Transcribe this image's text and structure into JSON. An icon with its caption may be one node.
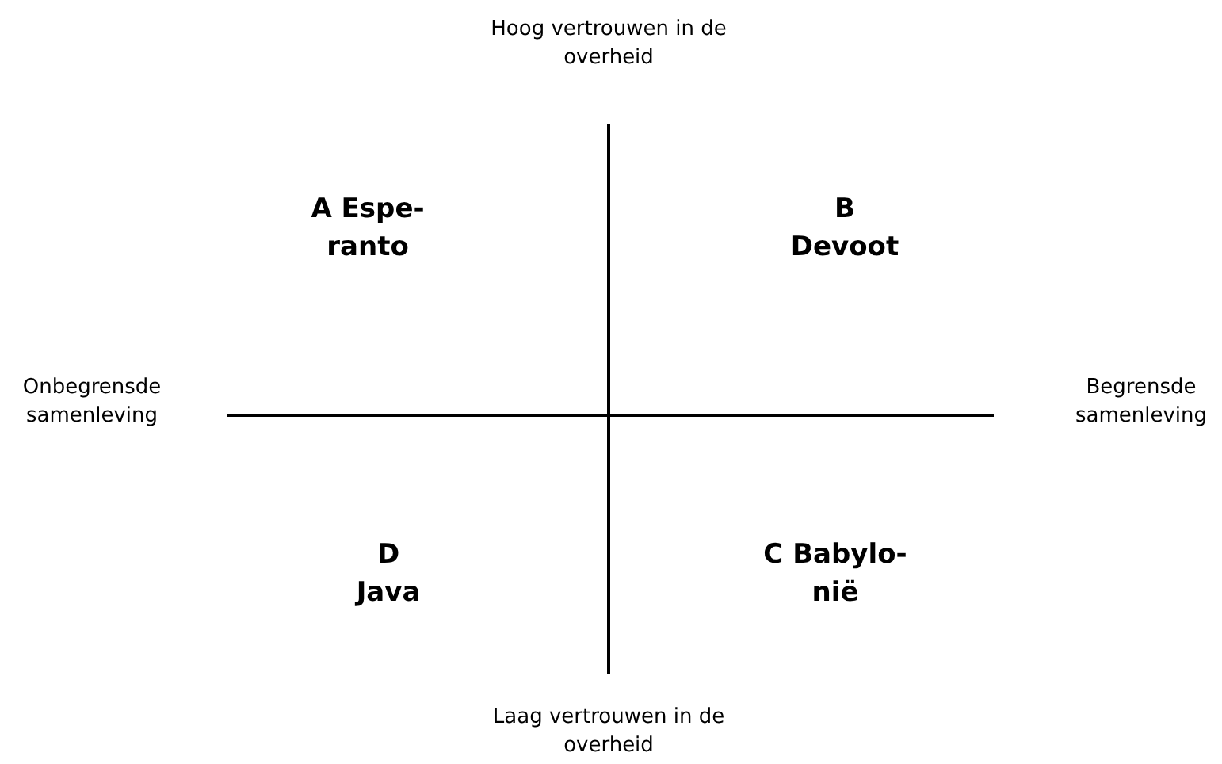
{
  "diagram": {
    "labels": [
      "Hoog vertrouwen in de overheid",
      "A Espe- ranto",
      "B Devoot",
      "Onbegrensde samenleving",
      "Begrensde samenleving",
      "D Java",
      "C Babylo- nië",
      "Laag vertrouwen in de overheid"
    ]
  }
}
